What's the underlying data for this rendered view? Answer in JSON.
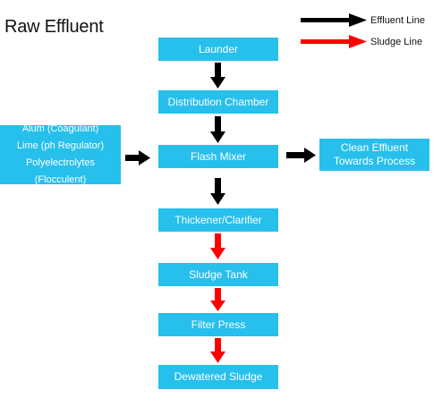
{
  "title": "Raw Effluent",
  "legend": {
    "effluent_label": "Effluent Line",
    "sludge_label": "Sludge Line",
    "effluent_color": "#000000",
    "sludge_color": "#ff0000"
  },
  "box_color": "#27bfeb",
  "boxes": {
    "launder": "Launder",
    "distribution_chamber": "Distribution Chamber",
    "flash_mixer": "Flash Mixer",
    "thickener_clarifier": "Thickener/Clarifier",
    "sludge_tank": "Sludge Tank",
    "filter_press": "Filter Press",
    "dewatered_sludge": "Dewatered Sludge",
    "clean_effluent": [
      "Clean Effluent",
      "Towards Process"
    ],
    "chemicals": [
      "Alum (Coagulant)",
      "Lime  (ph Regulator)",
      "Polyelectrolytes  (Flocculent)"
    ]
  },
  "flows": [
    {
      "from": "launder",
      "to": "distribution_chamber",
      "line": "effluent"
    },
    {
      "from": "distribution_chamber",
      "to": "flash_mixer",
      "line": "effluent"
    },
    {
      "from": "chemicals",
      "to": "flash_mixer",
      "line": "effluent"
    },
    {
      "from": "flash_mixer",
      "to": "clean_effluent",
      "line": "effluent"
    },
    {
      "from": "flash_mixer",
      "to": "thickener_clarifier",
      "line": "effluent"
    },
    {
      "from": "thickener_clarifier",
      "to": "sludge_tank",
      "line": "sludge"
    },
    {
      "from": "sludge_tank",
      "to": "filter_press",
      "line": "sludge"
    },
    {
      "from": "filter_press",
      "to": "dewatered_sludge",
      "line": "sludge"
    }
  ]
}
